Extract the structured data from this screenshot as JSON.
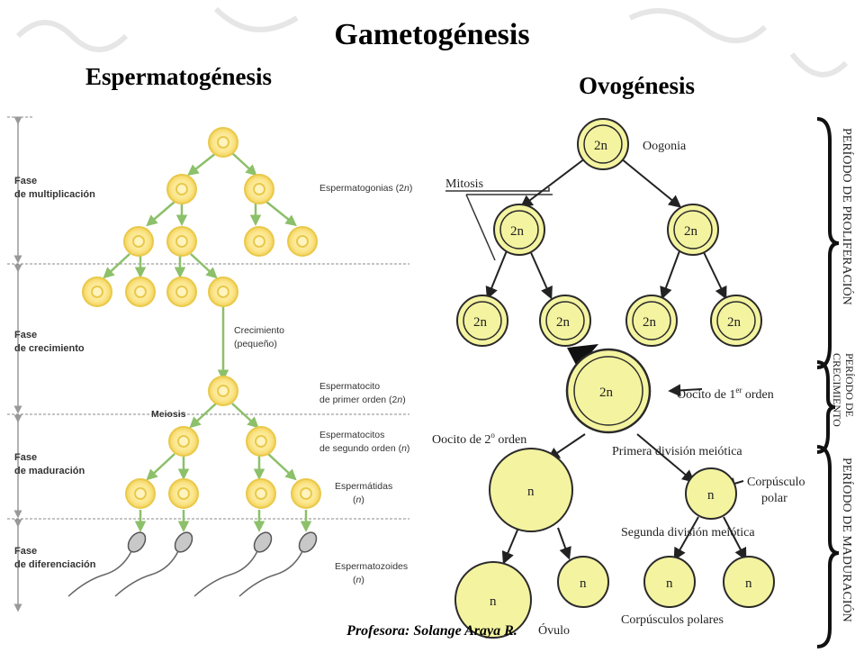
{
  "title": "Gametogénesis",
  "spermatogenesis": {
    "title": "Espermatogénesis",
    "phases": [
      {
        "line1": "Fase",
        "line2": "de multiplicación"
      },
      {
        "line1": "Fase",
        "line2": "de crecimiento"
      },
      {
        "line1": "Fase",
        "line2": "de maduración"
      },
      {
        "line1": "Fase",
        "line2": "de diferenciación"
      }
    ],
    "labels": {
      "espermatogonias_prefix": "Espermatogonias (2",
      "espermatogonias_n": "n",
      "espermatogonias_suffix": ")",
      "crecimiento_1": "Crecimiento",
      "crecimiento_2": "(pequeño)",
      "meiosis": "Meiosis",
      "esp1_1": "Espermatocito",
      "esp1_2_prefix": "de primer orden (2",
      "esp1_2_n": "n",
      "esp1_2_suffix": ")",
      "esp2_1": "Espermatocitos",
      "esp2_2_prefix": "de segundo orden (",
      "esp2_2_n": "n",
      "esp2_2_suffix": ")",
      "espermatidas_1": "Espermátidas",
      "espermatidas_2_prefix": "(",
      "espermatidas_2_n": "n",
      "espermatidas_2_suffix": ")",
      "espermatozoides_1": "Espermatozoides",
      "espermatozoides_2_prefix": "(",
      "espermatozoides_2_n": "n",
      "espermatozoides_2_suffix": ")"
    }
  },
  "oogenesis": {
    "title": "Ovogénesis",
    "labels": {
      "oogonia": "Oogonia",
      "mitosis": "Mitosis",
      "ploidy_2n": "2n",
      "ploidy_n": "n",
      "ovocito1_prefix": "Oocito de 1",
      "ovocito1_sup": "er",
      "ovocito1_suffix": " orden",
      "ovocito2_prefix": "Oocito de 2",
      "ovocito2_sup": "o",
      "ovocito2_suffix": " orden",
      "primera_division": "Primera división meiótica",
      "corpusculo_1": "Corpúsculo",
      "corpusculo_2": "polar",
      "segunda_division": "Segunda división meiótica",
      "ovulo": "Óvulo",
      "corpusculos_polares": "Corpúsculos polares"
    },
    "periods": {
      "proliferacion": "PERÍODO DE PROLIFERACIÓN",
      "crecimiento_1": "PERÍODO DE",
      "crecimiento_2": "CRECIMIENTO",
      "maduracion": "PERÍODO DE MADURACIÓN"
    }
  },
  "footer": "Profesora: Solange Araya R."
}
